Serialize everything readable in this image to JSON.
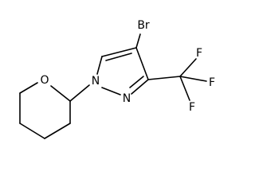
{
  "molecule": {
    "atoms": {
      "bromine": "Br",
      "pyrazole_n1": "N",
      "pyrazole_n2": "N",
      "ring_oxygen": "O",
      "fluorine_1": "F",
      "fluorine_2": "F",
      "fluorine_3": "F"
    },
    "colors": {
      "bond": "#000000",
      "label": "#000000",
      "background": "#ffffff"
    }
  }
}
